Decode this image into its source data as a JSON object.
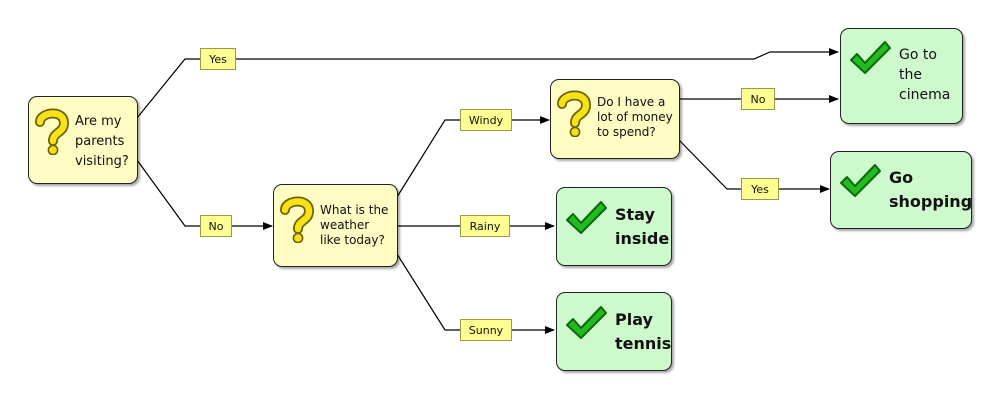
{
  "nodes": {
    "parents": {
      "lines": [
        "Are my",
        "parents",
        "visiting?"
      ]
    },
    "weather": {
      "lines": [
        "What is the",
        "weather",
        "like today?"
      ]
    },
    "money": {
      "lines": [
        "Do I have a",
        "lot of money",
        "to spend?"
      ]
    },
    "cinema": {
      "lines": [
        "Go to",
        "the",
        "cinema"
      ]
    },
    "shopping": {
      "lines": [
        "Go",
        "shopping"
      ]
    },
    "inside": {
      "lines": [
        "Stay",
        "inside"
      ]
    },
    "tennis": {
      "lines": [
        "Play",
        "tennis"
      ]
    }
  },
  "edge_labels": {
    "parents_yes": "Yes",
    "parents_no": "No",
    "weather_windy": "Windy",
    "weather_rainy": "Rainy",
    "weather_sunny": "Sunny",
    "money_no": "No",
    "money_yes": "Yes"
  },
  "icons": {
    "decision": "question-mark-icon",
    "outcome": "checkmark-icon"
  },
  "colors": {
    "decision_fill": "#fffcc4",
    "outcome_fill": "#cef9cc",
    "label_fill": "#fdfd92",
    "question_mark": "#f7e21a",
    "checkmark": "#22bb22"
  }
}
